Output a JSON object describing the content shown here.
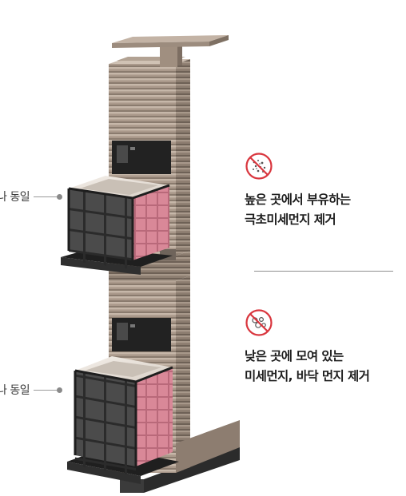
{
  "left_labels": [
    {
      "text": "나 동일"
    },
    {
      "text": "나 동일"
    }
  ],
  "features": [
    {
      "icon": "no-floating-dust-icon",
      "lines": [
        "높은 곳에서 부유하는",
        "극초미세먼지 제거"
      ]
    },
    {
      "icon": "no-settled-dust-icon",
      "lines": [
        "낮은 곳에 모여 있는",
        "미세먼지, 바닥 먼지 제거"
      ]
    }
  ],
  "colors": {
    "icon_accent": "#d9363e",
    "tower_body": "#a69688",
    "tower_top": "#b9aa9c",
    "filter_pink": "#d98898",
    "dark": "#2a2a2a"
  }
}
